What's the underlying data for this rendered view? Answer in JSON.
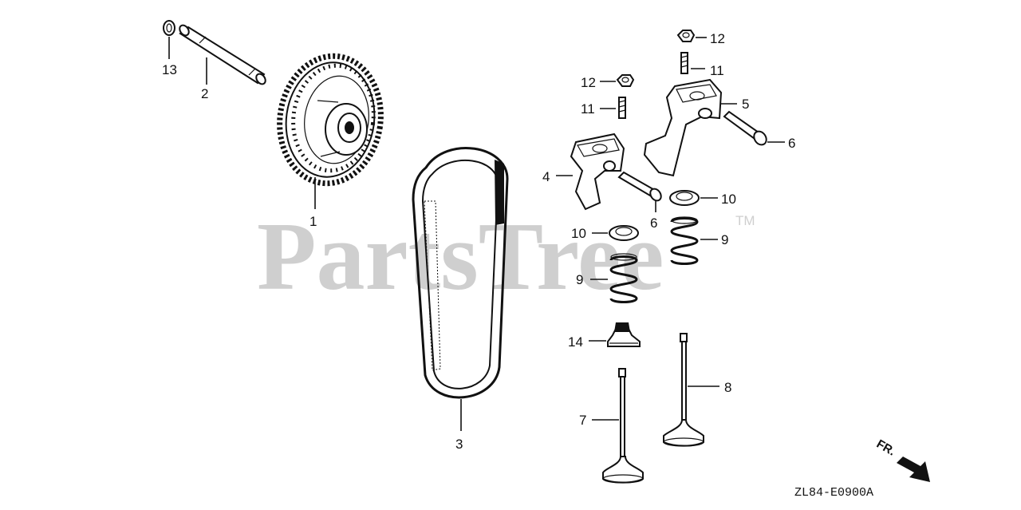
{
  "watermark": {
    "text": "PartsTree",
    "trademark": "TM"
  },
  "callouts": {
    "c1": "1",
    "c2": "2",
    "c3": "3",
    "c4": "4",
    "c5": "5",
    "c6a": "6",
    "c6b": "6",
    "c7": "7",
    "c8": "8",
    "c9a": "9",
    "c9b": "9",
    "c10a": "10",
    "c10b": "10",
    "c11a": "11",
    "c11b": "11",
    "c12a": "12",
    "c12b": "12",
    "c13": "13",
    "c14": "14"
  },
  "diagram_code": "ZL84-E0900A",
  "direction_label": "FR."
}
